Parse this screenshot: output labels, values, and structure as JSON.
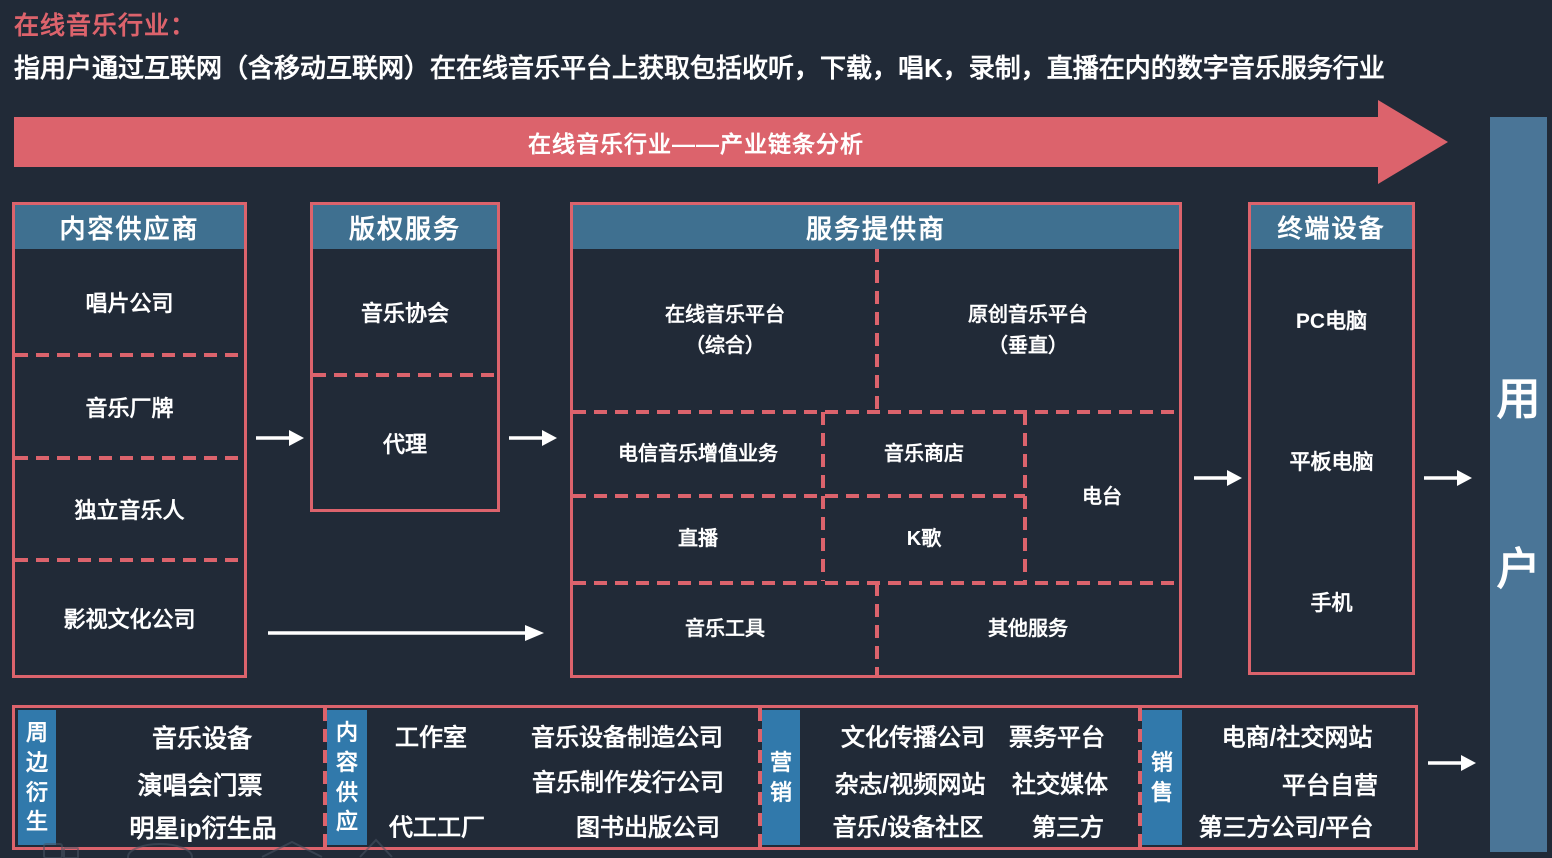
{
  "header": {
    "title": "在线音乐行业：",
    "definition": "指用户通过互联网（含移动互联网）在在线音乐平台上获取包括收听，下载，唱K，录制，直播在内的数字音乐服务行业"
  },
  "banner": {
    "label": "在线音乐行业——产业链条分析"
  },
  "chain": {
    "content_supplier": {
      "header": "内容供应商",
      "items": [
        "唱片公司",
        "音乐厂牌",
        "独立音乐人",
        "影视文化公司"
      ]
    },
    "copyright_service": {
      "header": "版权服务",
      "items": [
        "音乐协会",
        "代理"
      ]
    },
    "service_provider": {
      "header": "服务提供商",
      "cells": {
        "online_platform_line1": "在线音乐平台",
        "online_platform_line2": "（综合）",
        "original_platform_line1": "原创音乐平台",
        "original_platform_line2": "（垂直）",
        "telecom_vas": "电信音乐增值业务",
        "music_store": "音乐商店",
        "radio": "电台",
        "live": "直播",
        "karaoke": "K歌",
        "music_tools": "音乐工具",
        "other_services": "其他服务"
      }
    },
    "terminal_device": {
      "header": "终端设备",
      "items": [
        "PC电脑",
        "平板电脑",
        "手机"
      ]
    },
    "user": {
      "chars": [
        "用",
        "户"
      ]
    }
  },
  "bottom": {
    "derivative": {
      "tab": "周边衍生",
      "items": [
        "音乐设备",
        "演唱会门票",
        "明星ip衍生品"
      ]
    },
    "content_supply": {
      "tab": "内容供应",
      "left": [
        "工作室",
        "代工工厂"
      ],
      "right": [
        "音乐设备制造公司",
        "音乐制作发行公司",
        "图书出版公司"
      ]
    },
    "marketing": {
      "tab": "营销",
      "left": [
        "文化传播公司",
        "杂志/视频网站",
        "音乐/设备社区"
      ],
      "right": [
        "票务平台",
        "社交媒体",
        "第三方"
      ]
    },
    "sales": {
      "tab": "销售",
      "items": [
        "电商/社交网站",
        "平台自营",
        "第三方公司/平台"
      ]
    }
  },
  "colors": {
    "background": "#212a37",
    "accent_red": "#dc636c",
    "header_blue": "#3f7090",
    "tab_blue": "#3179ab",
    "user_bar_blue": "#4a7597",
    "text_white": "#ffffff"
  }
}
